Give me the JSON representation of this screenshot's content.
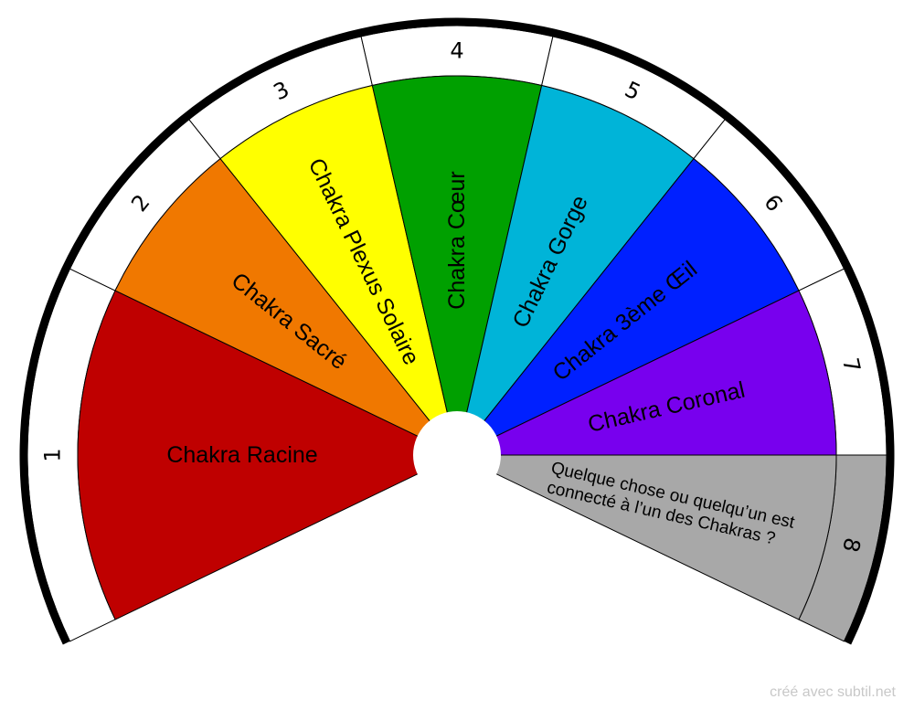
{
  "sectors": [
    {
      "number": "1",
      "label": "Chakra Racine",
      "color": "#bf0000"
    },
    {
      "number": "2",
      "label": "Chakra Sacré",
      "color": "#f07800"
    },
    {
      "number": "3",
      "label": "Chakra Plexus Solaire",
      "color": "#ffff00"
    },
    {
      "number": "4",
      "label": "Chakra Cœur",
      "color": "#00a000"
    },
    {
      "number": "5",
      "label": "Chakra Gorge",
      "color": "#00b4d8"
    },
    {
      "number": "6",
      "label": "Chakra 3ème Œil",
      "color": "#0020ff"
    },
    {
      "number": "7",
      "label": "Chakra Coronal",
      "color": "#7800ee"
    },
    {
      "number": "8",
      "label_lines": [
        "Quelque chose ou quelqu’un est",
        "connecté à l’un des Chakras ?"
      ],
      "color": "#a8a8a8",
      "outer_color": "#a8a8a8"
    }
  ],
  "credit": "créé avec subtil.net"
}
